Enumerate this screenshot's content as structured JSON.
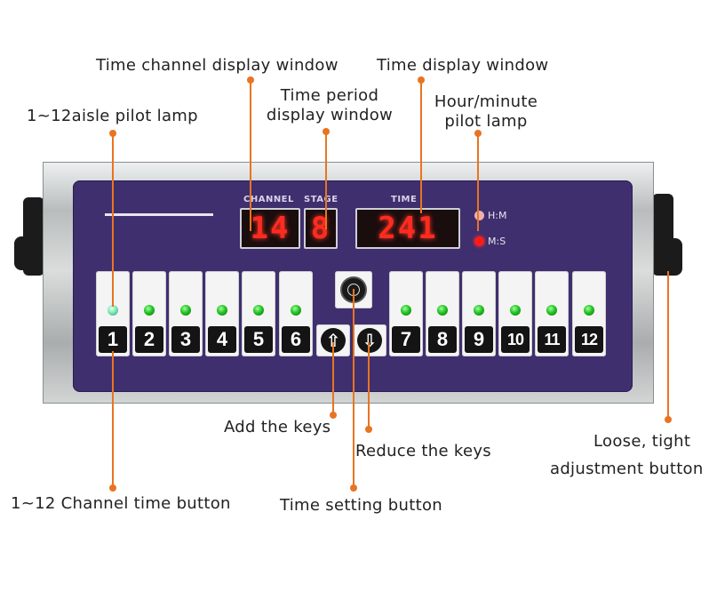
{
  "labels": {
    "time_channel_display_window": "Time channel display window",
    "time_display_window": "Time display window",
    "time_period_display_window_line1": "Time period",
    "time_period_display_window_line2": "display window",
    "hour_minute_pilot_lamp_line1": "Hour/minute",
    "hour_minute_pilot_lamp_line2": "pilot lamp",
    "aisle_pilot_lamp": "1~12aisle pilot lamp",
    "add_keys": "Add the keys",
    "reduce_keys": "Reduce the keys",
    "loose_tight_line1": "Loose, tight",
    "loose_tight_line2": "adjustment button",
    "channel_time_button": "1~12 Channel time button",
    "time_setting_button": "Time setting button"
  },
  "panel": {
    "channel_header": "CHANNEL",
    "stage_header": "STAGE",
    "time_header": "TIME",
    "channel_display": "14",
    "stage_display": "8",
    "time_display": "241",
    "hm_label": "H:M",
    "ms_label": "M:S"
  },
  "keys_left": [
    "1",
    "2",
    "3",
    "4",
    "5",
    "6"
  ],
  "keys_right": [
    "7",
    "8",
    "9",
    "10",
    "11",
    "12"
  ],
  "colors": {
    "callout": "#e87422",
    "panel": "#3f2f6e",
    "led_green": "#24c424",
    "display_red": "#ff2b20"
  }
}
